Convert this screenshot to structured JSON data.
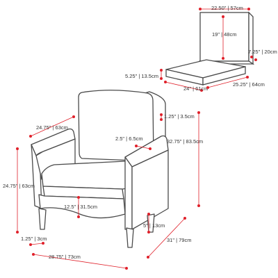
{
  "colors": {
    "dimension": "#e0202a",
    "outline": "#4a4a4a",
    "text": "#333333"
  },
  "cushion_back": {
    "width": "22.50\" | 57cm",
    "height": "19\" | 48cm",
    "depth": "7.25\" | 20cm"
  },
  "cushion_seat": {
    "thickness": "5.25\" | 13.5cm",
    "width": "24\" | 61cm",
    "depth": "25.25\" | 64cm"
  },
  "chair": {
    "arm_depth": "24.75\" | 63cm",
    "back_cushion_thickness": "1.25\" | 3.5cm",
    "arm_width": "2.5\" | 6.5cm",
    "overall_height": "32.75\" | 83.5cm",
    "arm_height": "24.75\" | 63cm",
    "seat_height": "12.5\" | 31.5cm",
    "leg_height": "5\" | 13cm",
    "leg_width": "1.25\" | 3cm",
    "overall_depth": "31\" | 79cm",
    "overall_width": "28.75\" | 73cm"
  }
}
